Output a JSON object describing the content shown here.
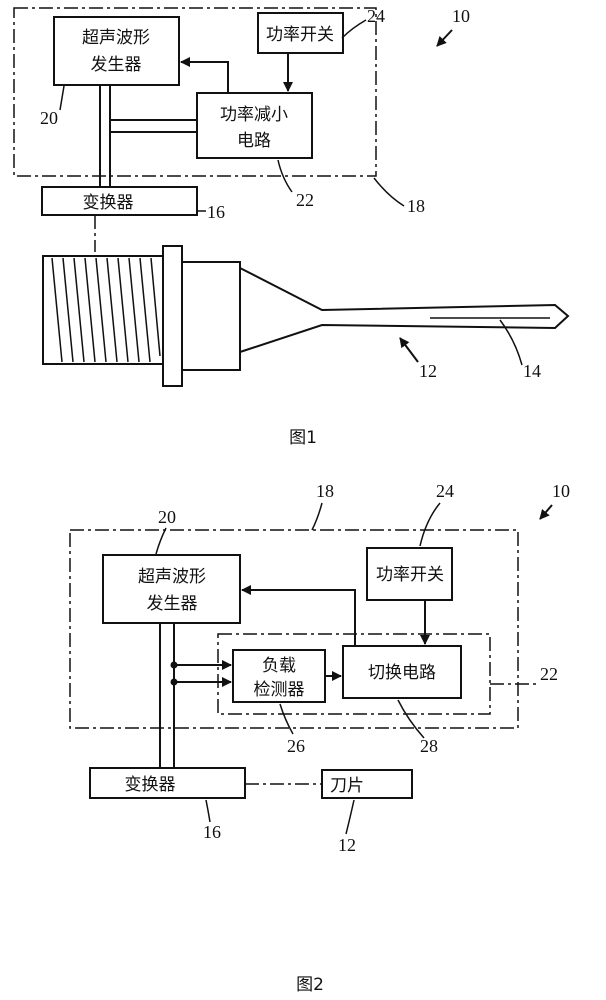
{
  "figure1": {
    "caption": "图1",
    "generator_lines": [
      "超声波形",
      "发生器"
    ],
    "power_switch": "功率开关",
    "reduce_lines": [
      "功率减小",
      "电路"
    ],
    "transducer": "变换器",
    "refs": {
      "r10": "10",
      "r12": "12",
      "r14": "14",
      "r16": "16",
      "r18": "18",
      "r20": "20",
      "r22": "22",
      "r24": "24"
    }
  },
  "figure2": {
    "caption": "图2",
    "generator_lines": [
      "超声波形",
      "发生器"
    ],
    "power_switch": "功率开关",
    "load_lines": [
      "负载",
      "检测器"
    ],
    "switch_circuit": "切换电路",
    "transducer": "变换器",
    "blade": "刀片",
    "refs": {
      "r10": "10",
      "r12": "12",
      "r16": "16",
      "r18": "18",
      "r20": "20",
      "r22": "22",
      "r24": "24",
      "r26": "26",
      "r28": "28"
    }
  }
}
